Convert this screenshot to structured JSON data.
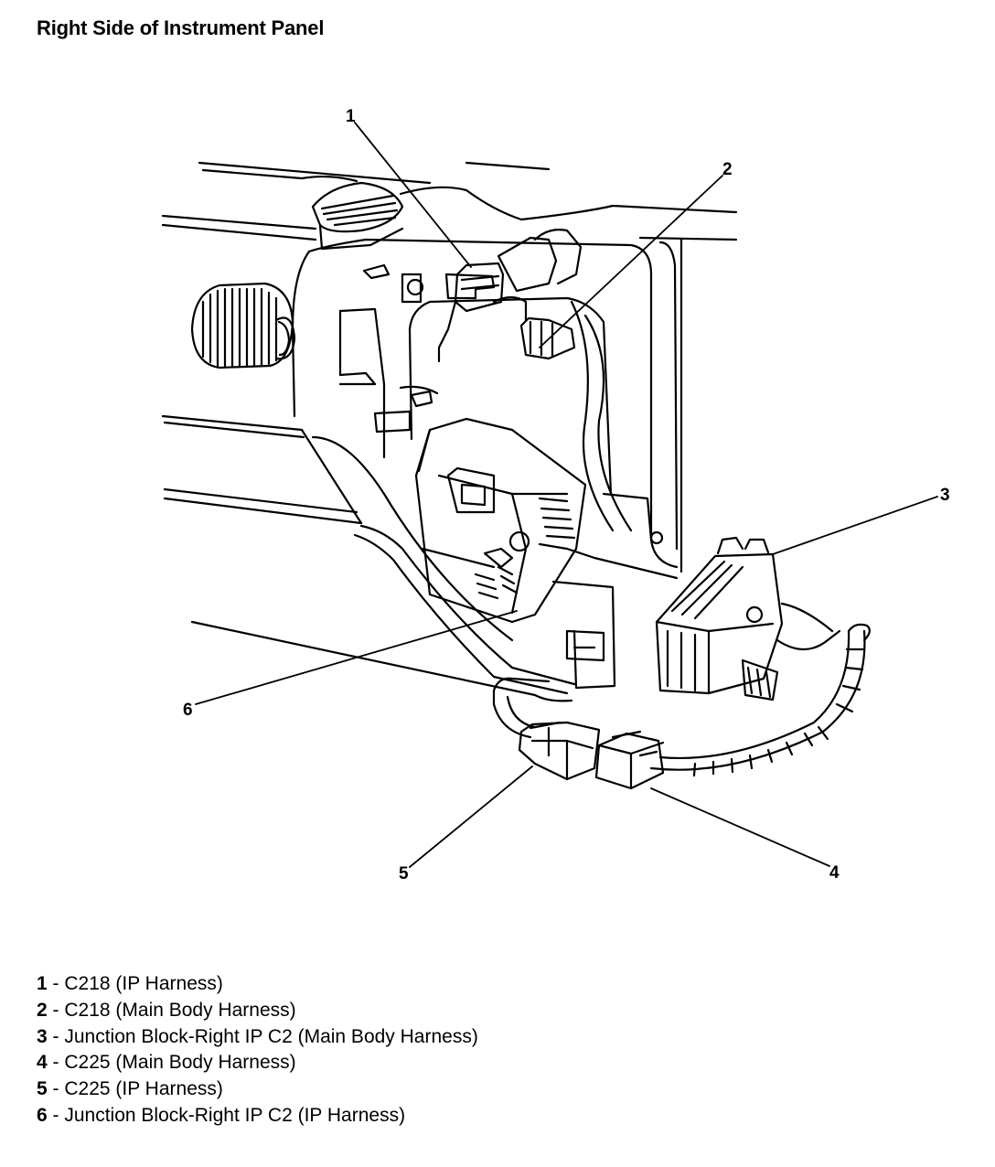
{
  "title": "Right Side of Instrument Panel",
  "callouts": [
    "1",
    "2",
    "3",
    "4",
    "5",
    "6"
  ],
  "legend": [
    {
      "num": "1",
      "sep": " - ",
      "text": "C218 (IP Harness)"
    },
    {
      "num": "2",
      "sep": " - ",
      "text": "C218 (Main Body Harness)"
    },
    {
      "num": "3",
      "sep": " - ",
      "text": "Junction Block-Right IP C2 (Main Body Harness)"
    },
    {
      "num": "4",
      "sep": " - ",
      "text": "C225 (Main Body Harness)"
    },
    {
      "num": "5",
      "sep": " - ",
      "text": "C225 (IP Harness)"
    },
    {
      "num": "6",
      "sep": " - ",
      "text": "Junction Block-Right IP C2 (IP Harness)"
    }
  ],
  "colors": {
    "ink": "#000000",
    "paper": "#ffffff"
  }
}
